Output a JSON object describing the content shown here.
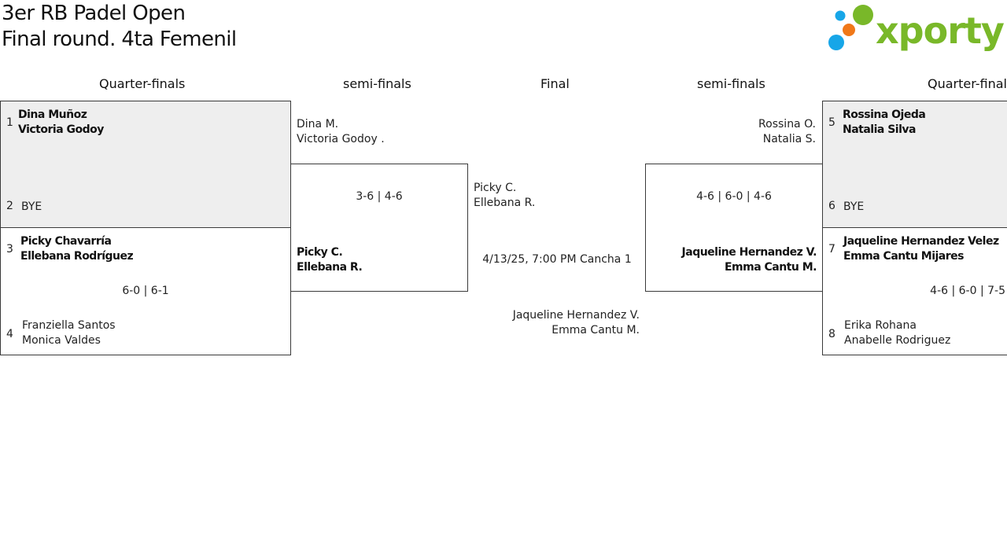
{
  "title": "3er RB Padel Open",
  "subtitle": "Final round. 4ta Femenil",
  "logo": {
    "text": "xporty",
    "brand_color": "#79b829",
    "dot_colors": [
      "#17a6e8",
      "#f07818",
      "#79b829",
      "#17a6e8"
    ]
  },
  "rounds": {
    "left_qf": "Quarter-finals",
    "left_sf": "semi-finals",
    "final": "Final",
    "right_sf": "semi-finals",
    "right_qf": "Quarter-final"
  },
  "left": {
    "qf1": {
      "seed_a": "1",
      "team_a": [
        "Dina Muñoz",
        "Victoria Godoy"
      ],
      "seed_b": "2",
      "team_b": "BYE"
    },
    "qf2": {
      "seed_a": "3",
      "team_a": [
        "Picky Chavarría",
        "Ellebana Rodríguez"
      ],
      "score": "6-0 | 6-1",
      "seed_b": "4",
      "team_b": [
        "Franziella Santos",
        "Monica Valdes"
      ]
    },
    "sf": {
      "team_a": [
        "Dina M.",
        "Victoria Godoy ."
      ],
      "score": "3-6 | 4-6",
      "team_b": [
        "Picky C.",
        "Ellebana R."
      ]
    }
  },
  "final": {
    "team_a": [
      "Picky C.",
      "Ellebana R."
    ],
    "schedule": "4/13/25, 7:00 PM Cancha 1",
    "team_b": [
      "Jaqueline Hernandez V.",
      "Emma Cantu M."
    ]
  },
  "right": {
    "qf1": {
      "seed_a": "5",
      "team_a": [
        "Rossina Ojeda",
        "Natalia Silva"
      ],
      "seed_b": "6",
      "team_b": "BYE"
    },
    "qf2": {
      "seed_a": "7",
      "team_a": [
        "Jaqueline Hernandez Velez",
        "Emma Cantu Mijares"
      ],
      "score": "4-6 | 6-0 | 7-5",
      "seed_b": "8",
      "team_b": [
        "Erika Rohana",
        "Anabelle Rodriguez"
      ]
    },
    "sf": {
      "team_a": [
        "Rossina O.",
        "Natalia S."
      ],
      "score": "4-6 | 6-0 | 4-6",
      "team_b": [
        "Jaqueline Hernandez V.",
        "Emma Cantu M."
      ]
    }
  }
}
